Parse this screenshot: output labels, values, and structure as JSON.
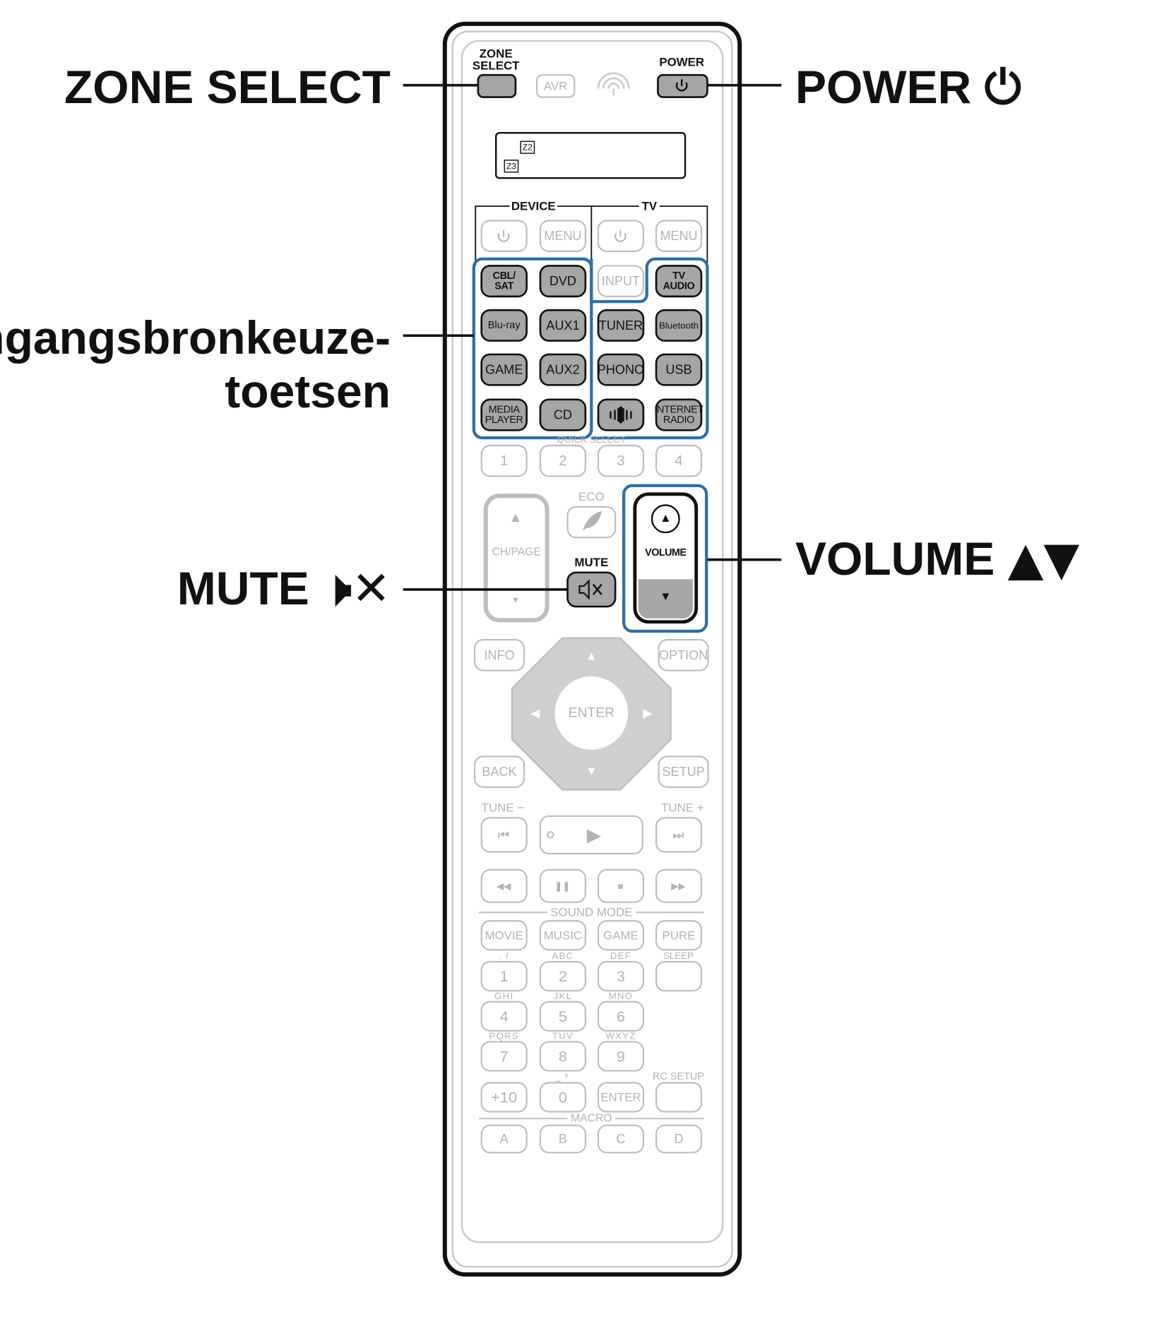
{
  "callouts": {
    "zone_select": "ZONE SELECT",
    "power": "POWER",
    "power_symbol": "⏻",
    "input_line1": "Ingangsbronkeuze-",
    "input_line2": "toetsen",
    "volume": "VOLUME",
    "volume_symbol": "▲▼",
    "mute": "MUTE",
    "mute_symbol": "🕨✕"
  },
  "remote": {
    "top": {
      "zone_select": [
        "ZONE",
        "SELECT"
      ],
      "avr": "AVR",
      "power": "POWER"
    },
    "display": {
      "z2": "Z2",
      "z3": "Z3"
    },
    "sections": {
      "device": "DEVICE",
      "tv": "TV"
    },
    "menu": "MENU",
    "input": "INPUT",
    "sources": [
      {
        "id": "cbl-sat",
        "label": [
          "CBL/",
          "SAT"
        ]
      },
      {
        "id": "dvd",
        "label": [
          "DVD"
        ]
      },
      {
        "id": "tv-audio",
        "label": [
          "TV",
          "AUDIO"
        ]
      },
      {
        "id": "blu-ray",
        "label": [
          "Blu-ray"
        ]
      },
      {
        "id": "aux1",
        "label": [
          "AUX1"
        ]
      },
      {
        "id": "tuner",
        "label": [
          "TUNER"
        ]
      },
      {
        "id": "bluetooth",
        "label": [
          "Bluetooth"
        ]
      },
      {
        "id": "game",
        "label": [
          "GAME"
        ]
      },
      {
        "id": "aux2",
        "label": [
          "AUX2"
        ]
      },
      {
        "id": "phono",
        "label": [
          "PHONO"
        ]
      },
      {
        "id": "usb",
        "label": [
          "USB"
        ]
      },
      {
        "id": "media-player",
        "label": [
          "MEDIA",
          "PLAYER"
        ]
      },
      {
        "id": "cd",
        "label": [
          "CD"
        ]
      },
      {
        "id": "heos",
        "label": [
          ""
        ]
      },
      {
        "id": "internet-radio",
        "label": [
          "INTERNET",
          "RADIO"
        ]
      }
    ],
    "quick_select": {
      "label": "QUICK SELECT",
      "keys": [
        "1",
        "2",
        "3",
        "4"
      ]
    },
    "eco": "ECO",
    "ch_page": "CH/PAGE",
    "mute": "MUTE",
    "volume": "VOLUME",
    "info": "INFO",
    "option": "OPTION",
    "enter": "ENTER",
    "back": "BACK",
    "setup": "SETUP",
    "tune_minus": "TUNE −",
    "tune_plus": "TUNE +",
    "sound_mode": {
      "label": "SOUND MODE",
      "keys": [
        "MOVIE",
        "MUSIC",
        "GAME",
        "PURE"
      ]
    },
    "sleep": "SLEEP",
    "numpad": [
      {
        "key": "1",
        "sub": ". /"
      },
      {
        "key": "2",
        "sub": "ABC"
      },
      {
        "key": "3",
        "sub": "DEF"
      },
      {
        "key": "4",
        "sub": "GHI"
      },
      {
        "key": "5",
        "sub": "JKL"
      },
      {
        "key": "6",
        "sub": "MNO"
      },
      {
        "key": "7",
        "sub": "PQRS"
      },
      {
        "key": "8",
        "sub": "TUV"
      },
      {
        "key": "9",
        "sub": "WXYZ"
      },
      {
        "key": "+10",
        "sub": ""
      },
      {
        "key": "0",
        "sub": "⎵ *"
      },
      {
        "key": "ENTER",
        "sub": ""
      }
    ],
    "rc_setup": "RC SETUP",
    "macro": {
      "label": "MACRO",
      "keys": [
        "A",
        "B",
        "C",
        "D"
      ]
    }
  },
  "colors": {
    "highlight": "#2e6da4",
    "active_button": "#a6a6a6",
    "inactive_stroke": "#bdbdbd",
    "inactive_text": "#b3b3b3"
  }
}
